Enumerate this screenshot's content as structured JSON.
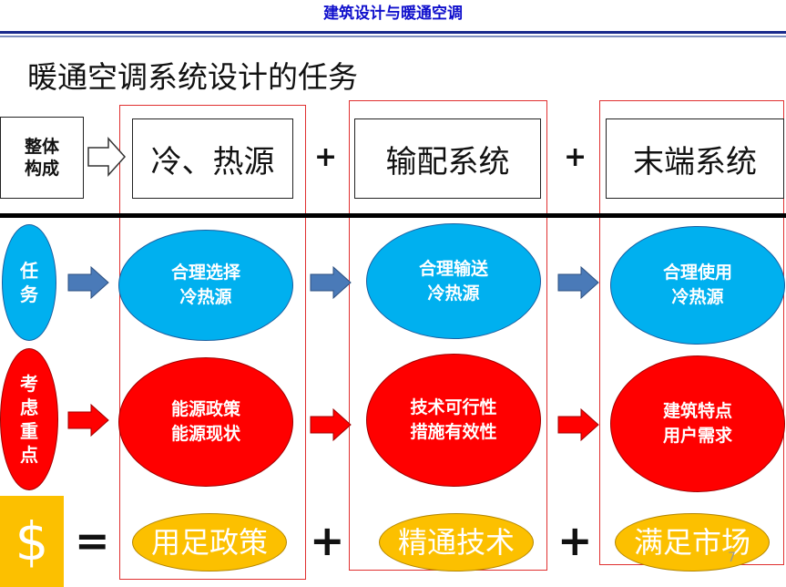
{
  "header": {
    "title": "建筑设计与暖通空调"
  },
  "slide": {
    "title": "暖通空调系统设计的任务",
    "page_number": "7"
  },
  "top_row": {
    "label_line1": "整体",
    "label_line2": "构成",
    "boxes": [
      "冷、热源",
      "输配系统",
      "末端系统"
    ],
    "plus": "+"
  },
  "task_row": {
    "label_chars": [
      "任",
      "务"
    ],
    "items": [
      {
        "line1": "合理选择",
        "line2": "冷热源"
      },
      {
        "line1": "合理输送",
        "line2": "冷热源"
      },
      {
        "line1": "合理使用",
        "line2": "冷热源"
      }
    ]
  },
  "focus_row": {
    "label_chars": [
      "考",
      "虑",
      "重",
      "点"
    ],
    "items": [
      {
        "line1": "能源政策",
        "line2": "能源现状"
      },
      {
        "line1": "技术可行性",
        "line2": "措施有效性"
      },
      {
        "line1": "建筑特点",
        "line2": "用户需求"
      }
    ]
  },
  "bottom_row": {
    "dollar": "$",
    "equals": "=",
    "plus": "+",
    "items": [
      "用足政策",
      "精通技术",
      "满足市场"
    ]
  },
  "colors": {
    "header_text": "#1010cc",
    "blue_fill": "#00b0ef",
    "red_fill": "#ff0000",
    "gold_fill": "#fcc000",
    "frame_red": "#e03030",
    "arrow_blue": "#4a7ab8"
  }
}
